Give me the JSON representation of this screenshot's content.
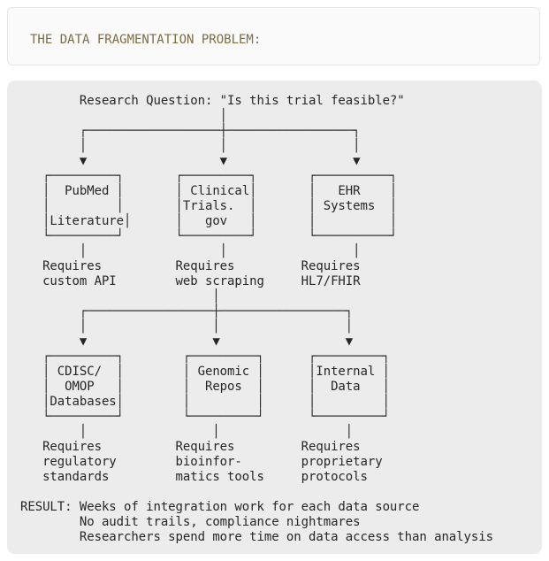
{
  "header": {
    "title": "THE DATA FRAGMENTATION PROBLEM:"
  },
  "diagram": {
    "research_question": "Research Question: \"Is this trial feasible?\"",
    "nodes": [
      {
        "id": "pubmed",
        "label": "PubMed Literature",
        "requires": "Requires custom API"
      },
      {
        "id": "clinicaltrials",
        "label": "Clinical Trials. gov",
        "requires": "Requires web scraping"
      },
      {
        "id": "ehr",
        "label": "EHR Systems",
        "requires": "Requires HL7/FHIR"
      },
      {
        "id": "cdisc-omop",
        "label": "CDISC/ OMOP Databases",
        "requires": "Requires regulatory standards"
      },
      {
        "id": "genomic",
        "label": "Genomic Repos",
        "requires": "Requires bioinfor- matics tools"
      },
      {
        "id": "internal",
        "label": "Internal Data",
        "requires": "Requires proprietary protocols"
      }
    ],
    "result": {
      "prefix": "RESULT:",
      "lines": [
        "Weeks of integration work for each data source",
        "No audit trails, compliance nightmares",
        "Researchers spend more time on data access than analysis"
      ]
    },
    "colors": {
      "panel_background": "#ececec",
      "card_background": "#fafafa",
      "card_border": "#e6e6e6",
      "header_text": "#7d6e41",
      "diagram_text": "#262626"
    },
    "ascii": "        Research Question: \"Is this trial feasible?\"\n                           │\n        ┌──────────────────┼─────────────────┐\n        │                  │                 │\n        ▼                  ▼                 ▼\n   ┌─────────┐       ┌─────────┐       ┌──────────┐\n   │  PubMed │       │ Clinical│       │   EHR    │\n   │         │       │Trials.  │       │ Systems  │\n   │Literature│      │   gov   │       │          │\n   └─────────┘       └─────────┘       └──────────┘\n        │                  │                 │\n   Requires          Requires         Requires\n   custom API        web scraping     HL7/FHIR\n                          │\n        ┌─────────────────┼─────────────────┐\n        │                 │                 │\n        ▼                 ▼                 ▼\n   ┌─────────┐        ┌─────────┐      ┌─────────┐\n   │ CDISC/  │        │ Genomic │      │Internal │\n   │  OMOP   │        │  Repos  │      │  Data   │\n   │Databases│        │         │      │         │\n   └─────────┘        └─────────┘      └─────────┘\n        │                 │                 │\n   Requires          Requires         Requires\n   regulatory        bioinfor-        proprietary\n   standards         matics tools     protocols\n\nRESULT: Weeks of integration work for each data source\n        No audit trails, compliance nightmares\n        Researchers spend more time on data access than analysis"
  }
}
